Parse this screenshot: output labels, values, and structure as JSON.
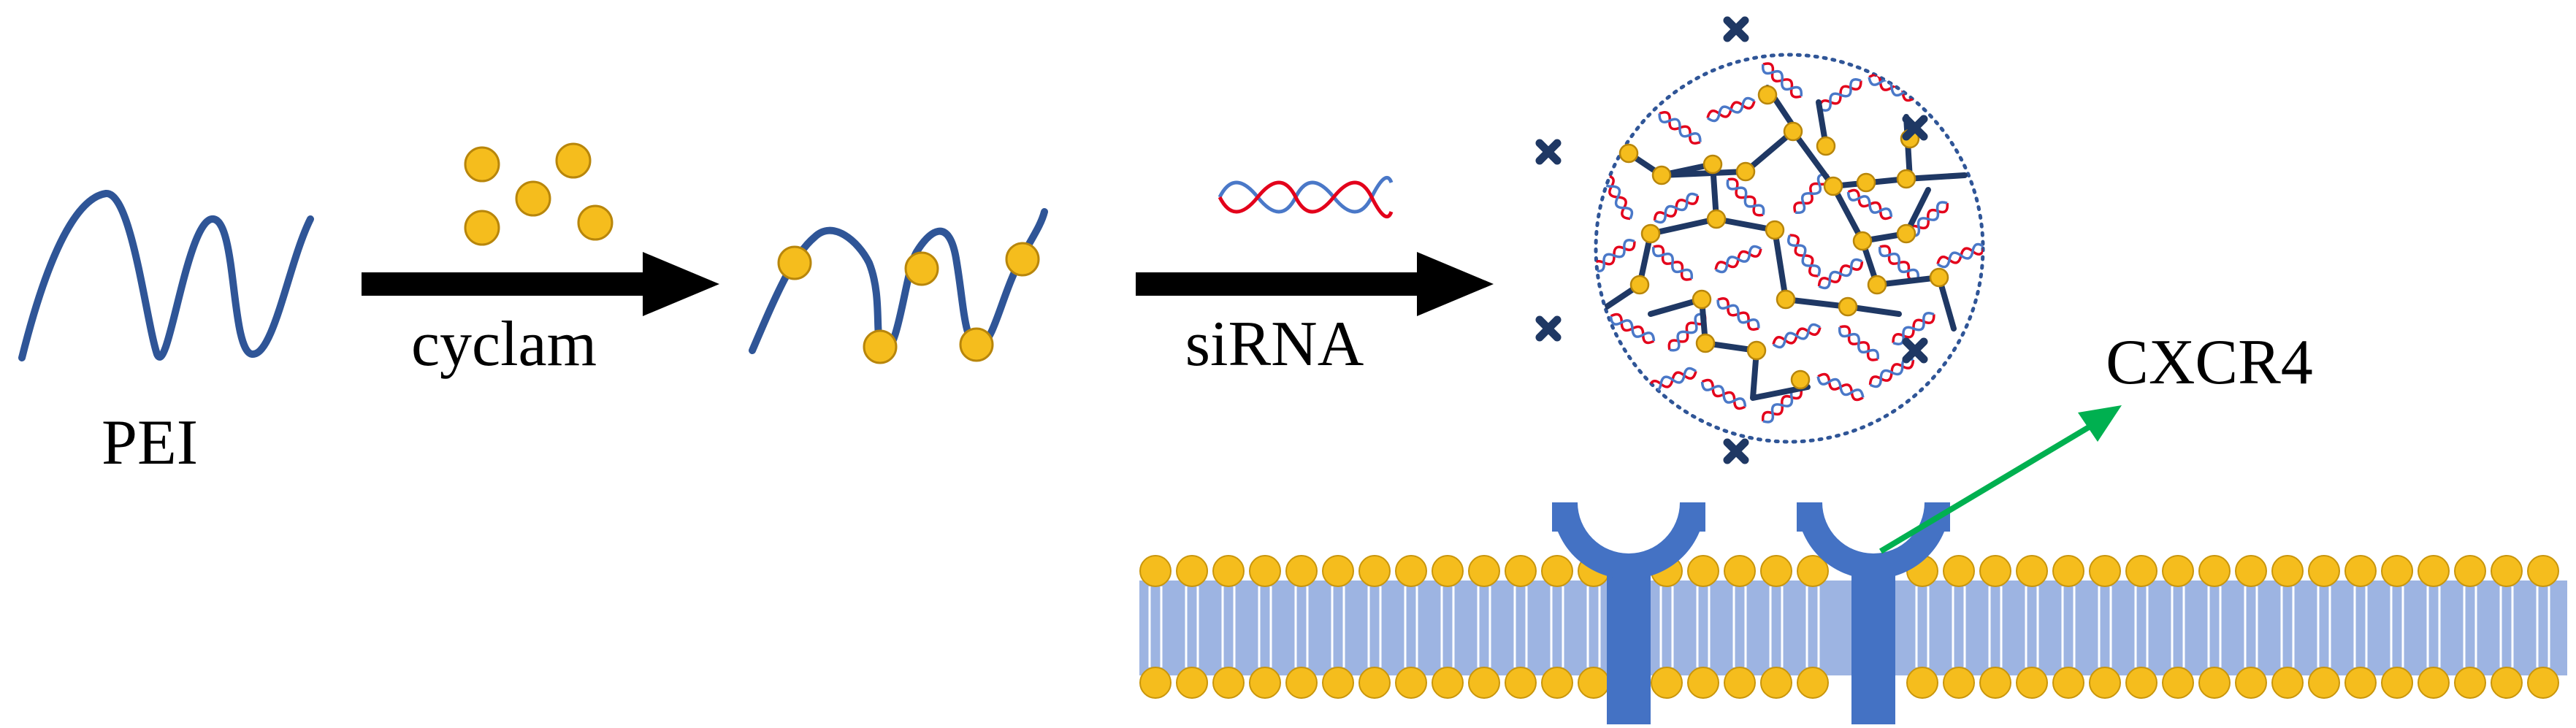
{
  "labels": {
    "pei": "PEI",
    "cyclam": "cyclam",
    "sirna": "siRNA",
    "cxcr4": "CXCR4"
  },
  "colors": {
    "polymer": "#2f5597",
    "cyclam": "#f5bd1d",
    "cyclam_edge": "#b8860b",
    "rna_red": "#e3001b",
    "rna_blue": "#4a78c8",
    "arrow": "#000000",
    "pointer": "#00b050",
    "membrane_band": "#9db4e2",
    "receptor": "#4472c4",
    "marker": "#1f3864"
  },
  "icons": [
    "reaction-arrow-icon",
    "sirna-duplex-icon",
    "polyplex-nanoparticle-icon",
    "cxcr4-receptor-icon",
    "lipid-bilayer-icon"
  ]
}
